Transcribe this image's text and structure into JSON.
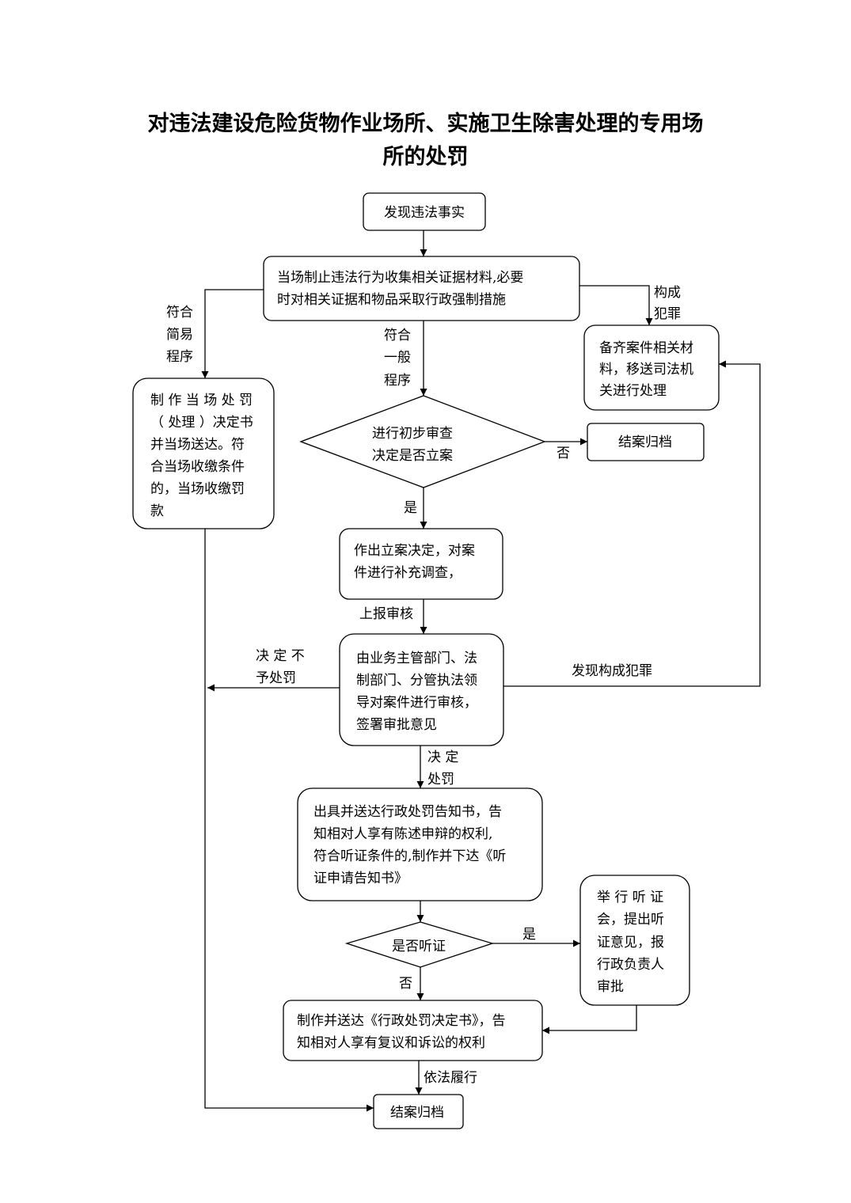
{
  "title": {
    "line1": "对违法建设危险货物作业场所、实施卫生除害处理的专用场",
    "line2": "所的处罚"
  },
  "nodes": {
    "discover": "发现违法事实",
    "stop": [
      "当场制止违法行为收集相关证据材料,必要",
      "时对相关证据和物品采取行政强制措施"
    ],
    "transfer": [
      "备齐案件相关材",
      "料，移送司法机",
      "关进行处理"
    ],
    "onsite": [
      "制 作 当 场 处 罚",
      "（ 处理 ）决定书",
      "并当场送达。符",
      "合当场收缴条件",
      "的，当场收缴罚",
      "款"
    ],
    "review": [
      "进行初步审查",
      "决定是否立案"
    ],
    "archive1": "结案归档",
    "filecase": [
      "作出立案决定，对案",
      "件进行补充调查，"
    ],
    "audit": [
      "由业务主管部门、法",
      "制部门、分管执法领",
      "导对案件进行审核，",
      "签署审批意见"
    ],
    "notice": [
      "出具并送达行政处罚告知书，告",
      "知相对人享有陈述申辩的权利,",
      "符合听证条件的,制作并下达《听",
      "证申请告知书》"
    ],
    "hearing_q": "是否听证",
    "hearing": [
      "举 行 听 证",
      "会，提出听",
      "证意见，报",
      "行政负责人",
      "审批"
    ],
    "decision": [
      "制作并送达《行政处罚决定书》，告",
      "知相对人享有复议和诉讼的权利"
    ],
    "archive2": "结案归档"
  },
  "labels": {
    "crime1": [
      "构成",
      "犯罪"
    ],
    "simple": [
      "符合",
      "简易",
      "程序"
    ],
    "general": [
      "符合",
      "一般",
      "程序"
    ],
    "no1": "否",
    "yes1": "是",
    "report": "上报审核",
    "nopunish": [
      "决 定 不",
      "予处罚"
    ],
    "crime2": "发现构成犯罪",
    "punish": [
      "决 定",
      "处罚"
    ],
    "yes2": "是",
    "no2": "否",
    "perform": "依法履行"
  }
}
